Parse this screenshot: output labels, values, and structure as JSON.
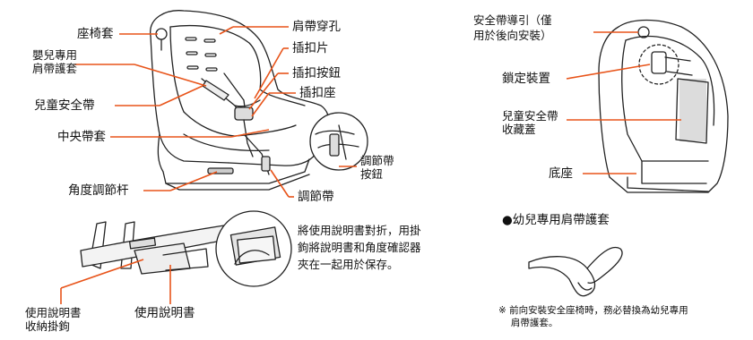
{
  "labels": {
    "seat_cover": "座椅套",
    "infant_pad": "嬰兒專用\n肩帶護套",
    "child_harness": "兒童安全帶",
    "center_strap": "中央帶套",
    "recline_lever": "角度調節杆",
    "shoulder_slot": "肩帶穿孔",
    "buckle_tongue": "插扣片",
    "buckle_button": "插扣按鈕",
    "buckle_base": "插扣座",
    "adjust_button": "調節帶\n按鈕",
    "adjust_strap": "調節帶",
    "manual_holder": "使用說明書\n收納掛鉤",
    "manual": "使用說明書",
    "manual_instruction": "將使用說明書對折，用掛\n鉤將說明書和角度確認器\n夾在一起用於保存。",
    "belt_guide": "安全帶導引（僅\n用於後向安裝）",
    "lock_device": "鎖定裝置",
    "harness_storage": "兒童安全帶\n收藏蓋",
    "base": "底座",
    "infant_pad_title": "●幼兒專用肩帶護套",
    "footnote": "※ 前向安裝安全座椅時，務必替換為幼兒專用\n　 肩帶護套。"
  },
  "colors": {
    "leader": "#e8541a",
    "outline": "#222222",
    "shade": "#cfcfcf",
    "panel": "#e4e4e4"
  }
}
